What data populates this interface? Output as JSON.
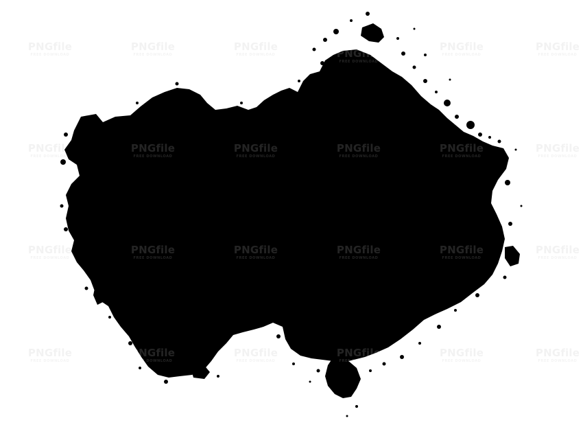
{
  "image": {
    "subject": "black ink splash blot",
    "background_color": "#ffffff",
    "ink_color": "#000000"
  },
  "watermark": {
    "main_text": "PNGfile",
    "sub_text": "FREE DOWNLOAD"
  }
}
